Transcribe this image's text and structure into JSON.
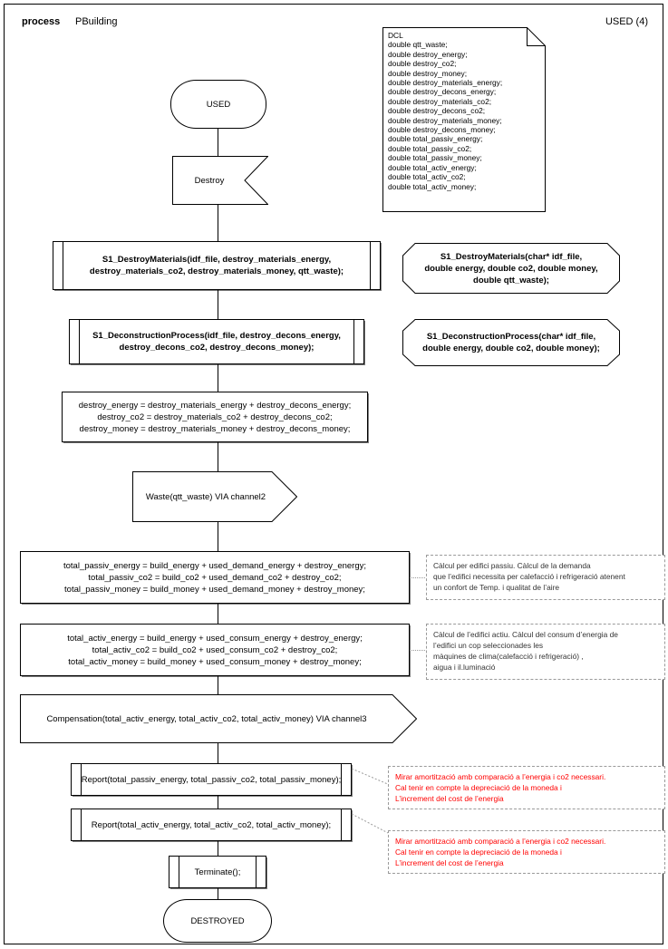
{
  "header": {
    "keyword": "process",
    "name": "PBuilding",
    "state": "USED (4)"
  },
  "declaration_note": {
    "title": "DCL",
    "lines": "DCL\ndouble qtt_waste;\ndouble destroy_energy;\ndouble destroy_co2;\ndouble destroy_money;\ndouble destroy_materials_energy;\ndouble destroy_decons_energy;\ndouble destroy_materials_co2;\ndouble destroy_decons_co2;\ndouble destroy_materials_money;\ndouble destroy_decons_money;\ndouble total_passiv_energy;\ndouble total_passiv_co2;\ndouble total_passiv_money;\ndouble total_activ_energy;\ndouble total_activ_co2;\ndouble total_activ_money;"
  },
  "nodes": {
    "start_state": "USED",
    "receive_destroy": "Destroy",
    "call_destroy_materials": "S1_DestroyMaterials(idf_file, destroy_materials_energy,\ndestroy_materials_co2, destroy_materials_money, qtt_waste);",
    "call_deconstruction": "S1_DeconstructionProcess(idf_file, destroy_decons_energy,\ndestroy_decons_co2, destroy_decons_money);",
    "assign_destroy_totals": "destroy_energy = destroy_materials_energy + destroy_decons_energy;\ndestroy_co2 = destroy_materials_co2 + destroy_decons_co2;\ndestroy_money = destroy_materials_money + destroy_decons_money;",
    "send_waste": "Waste(qtt_waste) VIA channel2",
    "assign_total_passiv": "total_passiv_energy = build_energy + used_demand_energy + destroy_energy;\ntotal_passiv_co2 = build_co2 + used_demand_co2 + destroy_co2;\ntotal_passiv_money =  build_money + used_demand_money + destroy_money;",
    "assign_total_activ": "total_activ_energy = build_energy + used_consum_energy + destroy_energy;\ntotal_activ_co2 =  build_co2 + used_consum_co2 + destroy_co2;\ntotal_activ_money = build_money + used_consum_money + destroy_money;",
    "send_compensation": "Compensation(total_activ_energy, total_activ_co2, total_activ_money) VIA channel3",
    "report_passiv": "Report(total_passiv_energy, total_passiv_co2, total_passiv_money);",
    "report_activ": "Report(total_activ_energy, total_activ_co2, total_activ_money);",
    "terminate": "Terminate();",
    "end_state": "DESTROYED"
  },
  "signatures": {
    "destroy_materials": "S1_DestroyMaterials(char* idf_file,\ndouble energy, double co2, double money,\ndouble qtt_waste);",
    "deconstruction_process": "S1_DeconstructionProcess(char* idf_file,\ndouble energy, double co2, double money);"
  },
  "comments": {
    "passiv": "Càlcul per edifici passiu. Càlcul de la demanda\nque l’edifici necessita per calefacció i refrigeració atenent\nun confort de Temp.  i qualitat de l’aire",
    "activ": "Càlcul de l’edifici actiu. Càlcul del consum d’energia de\nl’edifici un cop seleccionades les\nmàquines de clima(calefacció i refrigeració) ,\naigua i il.luminació",
    "report_passiv": "Mirar amortització amb comparació a l’energia i co2 necessari.\nCal tenir en compte la depreciació de la moneda i\nL’increment del cost de l’energia",
    "report_activ": "Mirar amortització amb comparació a l’energia i co2 necessari.\nCal tenir en compte la depreciació de la moneda i\nL’increment del cost de l’energia"
  },
  "colors": {
    "stroke": "#000000",
    "shadow": "#808080",
    "comment_border": "#9a9a9a",
    "comment_red": "#ff0000",
    "comment_dark": "#333333",
    "background": "#ffffff"
  }
}
